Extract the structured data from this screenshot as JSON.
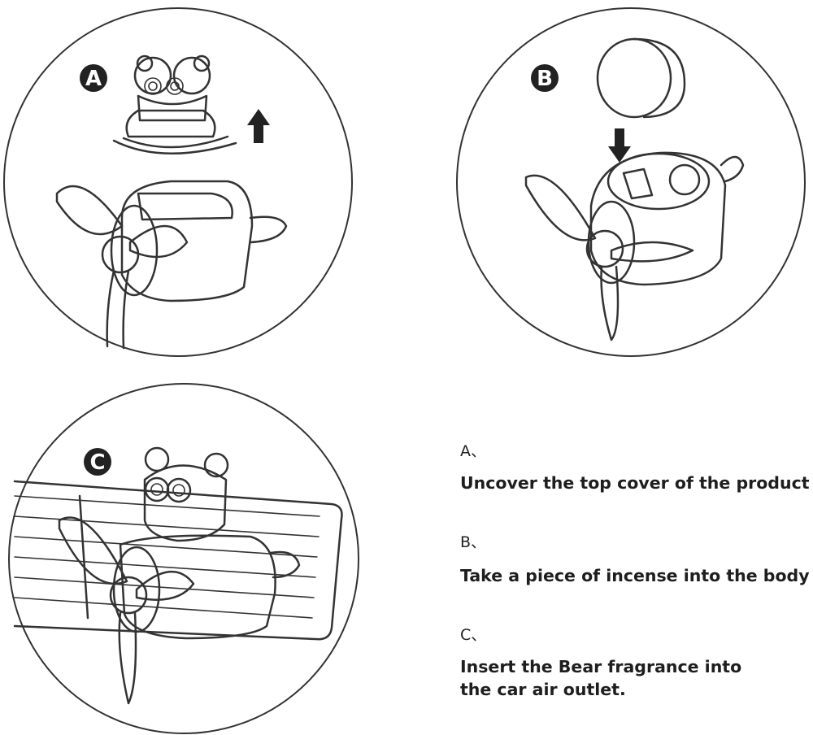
{
  "badges": {
    "a": "A",
    "b": "B",
    "c": "C"
  },
  "steps": [
    {
      "letter": "A、",
      "text": "Uncover the top cover of the product"
    },
    {
      "letter": "B、",
      "text": "Take a piece of incense into the body"
    },
    {
      "letter": "C、",
      "text": "Insert the Bear fragrance into\nthe car air outlet."
    }
  ],
  "colors": {
    "line": "#333333",
    "badge": "#222222",
    "background": "#ffffff"
  },
  "icons": [
    "arrow-up-icon",
    "arrow-down-icon"
  ]
}
